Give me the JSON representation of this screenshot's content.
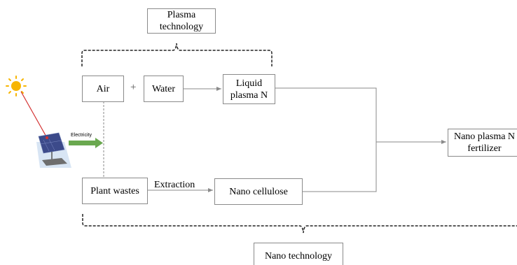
{
  "plasma_group": {
    "label": "Plasma\ntechnology"
  },
  "nano_group": {
    "label": "Nano technology"
  },
  "nodes": {
    "air": "Air",
    "water": "Water",
    "liquid_plasma": "Liquid\nplasma N",
    "plant_wastes": "Plant wastes",
    "nano_cellulose": "Nano cellulose",
    "fertilizer": "Nano plasma N\nfertilizer"
  },
  "edge_labels": {
    "plus": "+",
    "extraction": "Extraction",
    "electricity": "Electricity"
  },
  "icons": {
    "sun": "sun-icon",
    "solar_panel": "solar-panel-icon"
  },
  "colors": {
    "electricity_arrow": "#6aa84f",
    "sun_ray": "#d32f2f",
    "sun": "#f7b500",
    "box_border": "#8a8a8a"
  }
}
